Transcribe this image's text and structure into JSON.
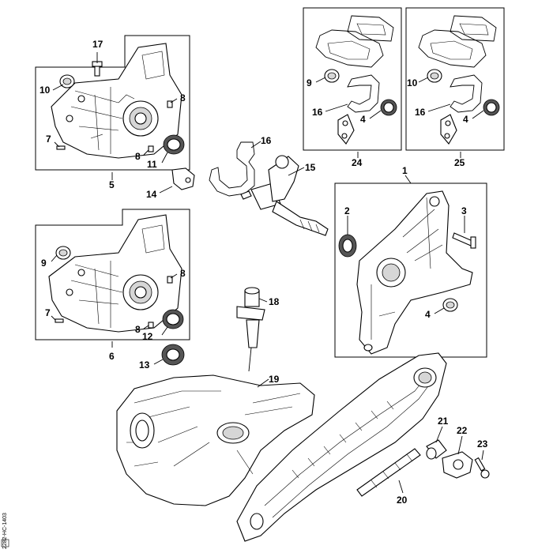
{
  "diagram": {
    "side_code": "2282-HC-1403",
    "callouts": [
      {
        "id": "c17",
        "text": "17"
      },
      {
        "id": "c10a",
        "text": "10"
      },
      {
        "id": "c8a",
        "text": "8"
      },
      {
        "id": "c7a",
        "text": "7"
      },
      {
        "id": "c8b",
        "text": "8"
      },
      {
        "id": "c11",
        "text": "11"
      },
      {
        "id": "c5",
        "text": "5"
      },
      {
        "id": "c14",
        "text": "14"
      },
      {
        "id": "c16a",
        "text": "16"
      },
      {
        "id": "c15",
        "text": "15"
      },
      {
        "id": "c9a",
        "text": "9"
      },
      {
        "id": "c16b",
        "text": "16"
      },
      {
        "id": "c4a",
        "text": "4"
      },
      {
        "id": "c24",
        "text": "24"
      },
      {
        "id": "c10b",
        "text": "10"
      },
      {
        "id": "c16c",
        "text": "16"
      },
      {
        "id": "c4b",
        "text": "4"
      },
      {
        "id": "c25",
        "text": "25"
      },
      {
        "id": "c1",
        "text": "1"
      },
      {
        "id": "c2",
        "text": "2"
      },
      {
        "id": "c3",
        "text": "3"
      },
      {
        "id": "c4c",
        "text": "4"
      },
      {
        "id": "c9b",
        "text": "9"
      },
      {
        "id": "c8c",
        "text": "8"
      },
      {
        "id": "c7b",
        "text": "7"
      },
      {
        "id": "c8d",
        "text": "8"
      },
      {
        "id": "c12",
        "text": "12"
      },
      {
        "id": "c6",
        "text": "6"
      },
      {
        "id": "c13",
        "text": "13"
      },
      {
        "id": "c18",
        "text": "18"
      },
      {
        "id": "c19",
        "text": "19"
      },
      {
        "id": "c21",
        "text": "21"
      },
      {
        "id": "c22",
        "text": "22"
      },
      {
        "id": "c23",
        "text": "23"
      },
      {
        "id": "c20",
        "text": "20"
      }
    ]
  }
}
